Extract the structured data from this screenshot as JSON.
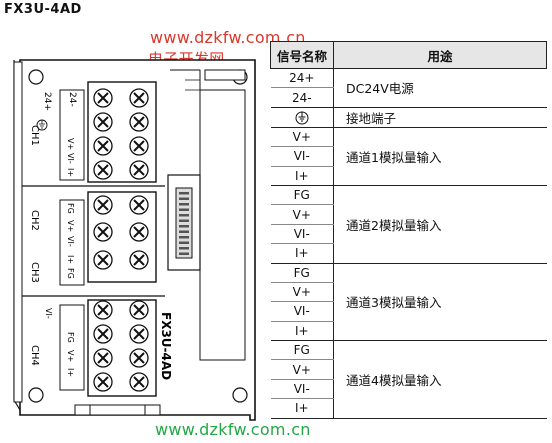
{
  "title_main": "FX3U-4AD",
  "watermark_url_top": "www.dzkfw.com.cn",
  "watermark_cn": "电子开发网",
  "watermark_url_bottom": "www.dzkfw.com.cn",
  "module_label": "FX3U-4AD",
  "device_labels": {
    "ch1": "CH1",
    "ch2": "CH2",
    "ch3": "CH3",
    "ch4": "CH4",
    "t_24p": "24+",
    "t_24m": "24-",
    "t_vp": "V+",
    "t_vi": "VI-",
    "t_ip": "I+",
    "t_fg": "FG"
  },
  "table": {
    "header_signal": "信号名称",
    "header_use": "用途",
    "rows": [
      {
        "signal": "24+",
        "use": "DC24V电源",
        "span": 2
      },
      {
        "signal": "24-"
      },
      {
        "signal": "⏚",
        "use": "接地端子",
        "span": 1,
        "icon": "ground-icon"
      },
      {
        "signal": "V+",
        "use": "通道1模拟量输入",
        "span": 3
      },
      {
        "signal": "VI-"
      },
      {
        "signal": "I+"
      },
      {
        "signal": "FG",
        "use": "通道2模拟量输入",
        "span": 4
      },
      {
        "signal": "V+"
      },
      {
        "signal": "VI-"
      },
      {
        "signal": "I+"
      },
      {
        "signal": "FG",
        "use": "通道3模拟量输入",
        "span": 4
      },
      {
        "signal": "V+"
      },
      {
        "signal": "VI-"
      },
      {
        "signal": "I+"
      },
      {
        "signal": "FG",
        "use": "通道4模拟量输入",
        "span": 4
      },
      {
        "signal": "V+"
      },
      {
        "signal": "VI-"
      },
      {
        "signal": "I+"
      }
    ]
  },
  "colors": {
    "watermark_red": "#d9382c",
    "watermark_green": "#22a844",
    "header_bg": "#e6e6e6"
  }
}
